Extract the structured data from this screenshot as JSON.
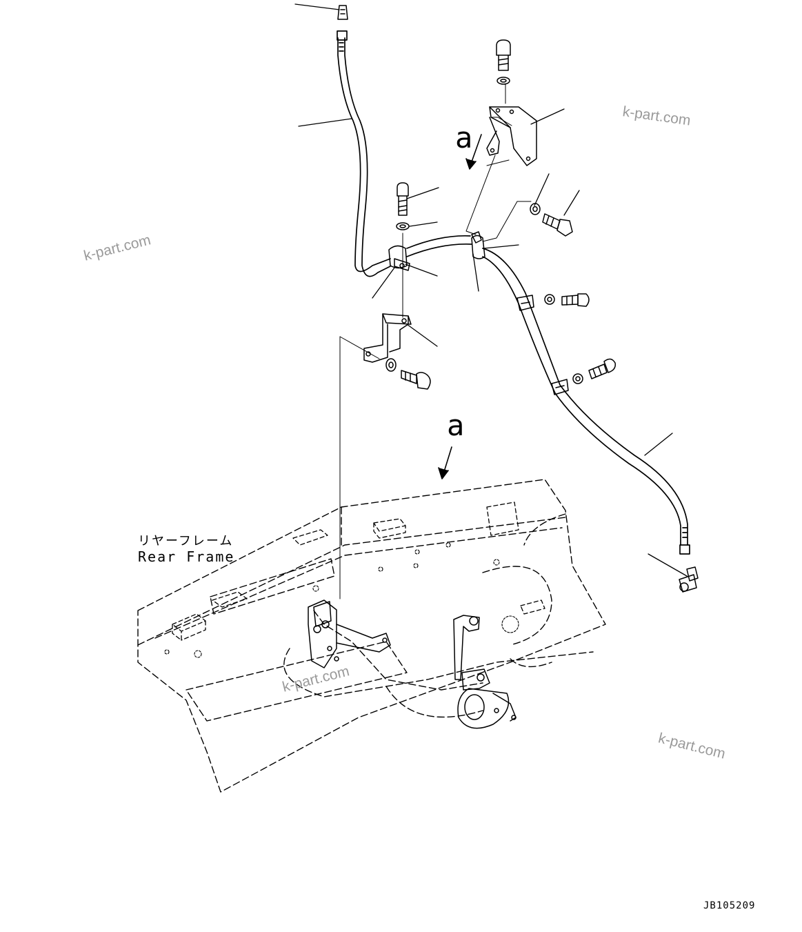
{
  "labels": {
    "frame_jp": "リヤーフレーム",
    "frame_en": "Rear Frame",
    "view_marker_top": "a",
    "view_marker_mid": "a",
    "drawing_code": "JB105209"
  },
  "watermark": "k-part.com",
  "colors": {
    "line": "#000000",
    "watermark": "#9a9a9a",
    "background": "#ffffff"
  }
}
